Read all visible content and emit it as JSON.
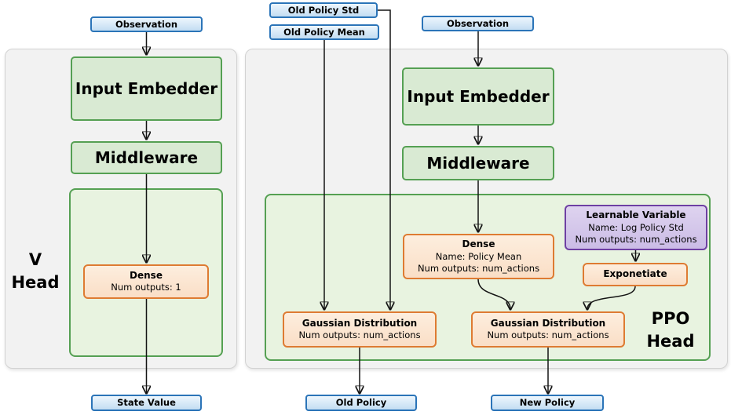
{
  "palette": {
    "blue_fill": "#cfe3f5",
    "blue_border": "#2b74b8",
    "green_fill": "#d9ead3",
    "green_border": "#55a053",
    "green_container_fill": "#e8f3e0",
    "orange_fill": "#fbe5d0",
    "orange_border": "#de7b32",
    "purple_fill": "#d5c8ea",
    "purple_border": "#6e3fa3",
    "panel_fill": "#f2f2f2",
    "arrow_color": "#141414"
  },
  "v_head": {
    "observation": "Observation",
    "input_embedder": "Input Embedder",
    "middleware": "Middleware",
    "dense": {
      "title": "Dense",
      "outputs": "Num outputs: 1"
    },
    "label": {
      "line1": "V",
      "line2": "Head"
    },
    "state_value": "State Value"
  },
  "ppo_head": {
    "old_policy_std": "Old Policy Std",
    "old_policy_mean": "Old Policy Mean",
    "observation": "Observation",
    "input_embedder": "Input Embedder",
    "middleware": "Middleware",
    "dense": {
      "title": "Dense",
      "name": "Name: Policy Mean",
      "outputs": "Num outputs: num_actions"
    },
    "learnable_variable": {
      "title": "Learnable Variable",
      "name": "Name: Log Policy Std",
      "outputs": "Num outputs: num_actions"
    },
    "exponetiate": "Exponetiate",
    "gaussian_old": {
      "title": "Gaussian Distribution",
      "outputs": "Num outputs: num_actions"
    },
    "gaussian_new": {
      "title": "Gaussian Distribution",
      "outputs": "Num outputs: num_actions"
    },
    "label": {
      "line1": "PPO",
      "line2": "Head"
    },
    "old_policy": "Old Policy",
    "new_policy": "New Policy"
  }
}
